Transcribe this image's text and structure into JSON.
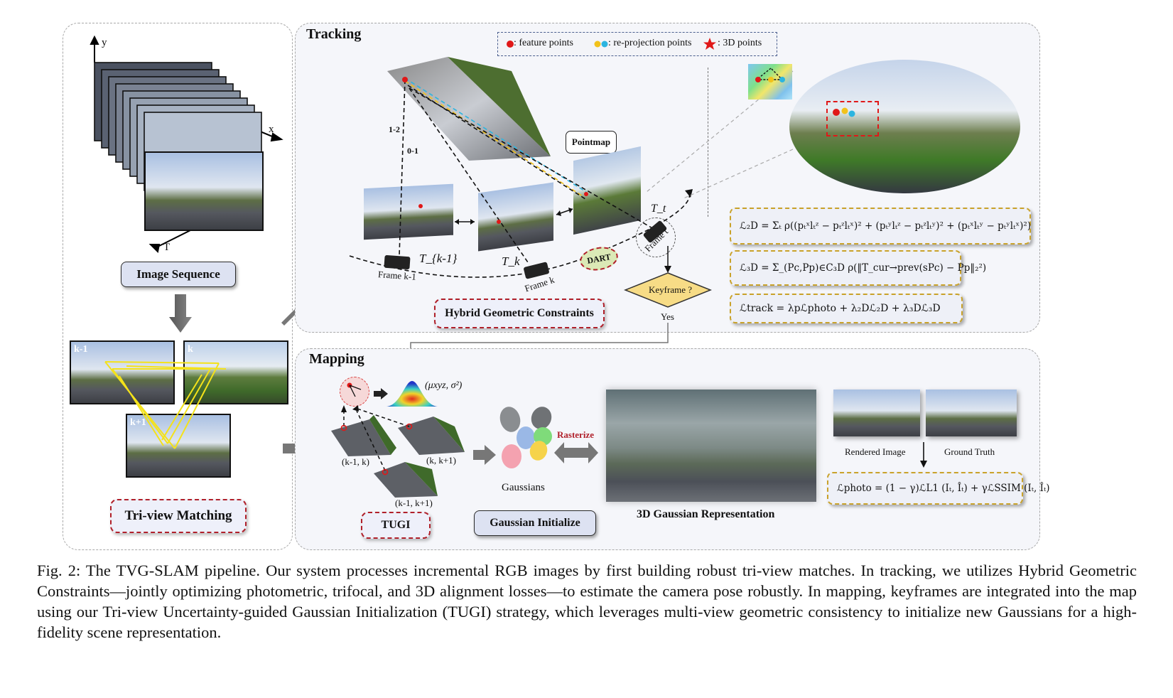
{
  "left_panel": {
    "axis_y": "y",
    "axis_x": "x",
    "axis_t": "T",
    "image_sequence_label": "Image Sequence",
    "frame_labels": [
      "k-1",
      "k",
      "k+1"
    ],
    "triview_label": "Tri-view Matching"
  },
  "tracking": {
    "title": "Tracking",
    "legend": {
      "feature": ": feature points",
      "reprojection": ": re-projection points",
      "points3d": ": 3D points"
    },
    "pointmap_label": "Pointmap",
    "depth_labels": [
      "1-2",
      "0-1"
    ],
    "pose_labels": [
      "T_{k-1}",
      "T_k",
      "T_t"
    ],
    "frame_labels": [
      "Frame k-1",
      "Frame k",
      "Frame t"
    ],
    "dart_label": "DART",
    "keyframe_label": "Keyframe ?",
    "yes_label": "Yes",
    "hybrid_label": "Hybrid Geometric Constraints",
    "equations": {
      "l2d": "ℒ₂D = Σₜ ρ((pₜˣlₜᶻ − pₜᶻlₜˣ)² + (pₜʸlₜᶻ − pₜᶻlₜʸ)² + (pₜˣlₜʸ − pₜʸlₜˣ)²)",
      "l3d": "ℒ₃D = Σ_(Pc,Pp)∈C₃D ρ(‖T_cur→prev(sPc) − Pp‖₂²)",
      "ltrack": "ℒtrack = λpℒphoto + λ₂Dℒ₂D + λ₃Dℒ₃D"
    }
  },
  "mapping": {
    "title": "Mapping",
    "gauss_param": "(μxyz, σ²)",
    "pair_labels": [
      "(k-1, k)",
      "(k, k+1)",
      "(k-1, k+1)"
    ],
    "tugi_label": "TUGI",
    "gaussians_label": "Gaussians",
    "rasterize_label": "Rasterize",
    "gaussian_init_label": "Gaussian Initialize",
    "representation_label": "3D Gaussian Representation",
    "rendered_label": "Rendered Image",
    "gt_label": "Ground Truth",
    "photo_eq": "ℒphoto = (1 − γ)ℒL1 (Iₜ, Îₜ) + γℒSSIM (Iₜ, Îₜ)"
  },
  "caption": "Fig. 2: The TVG-SLAM pipeline. Our system processes incremental RGB images by first building robust tri-view matches. In tracking, we utilizes Hybrid Geometric Constraints—jointly optimizing photometric, trifocal, and 3D alignment losses—to estimate the camera pose robustly. In mapping, keyframes are integrated into the map using our Tri-view Uncertainty-guided Gaussian Initialization (TUGI) strategy, which leverages multi-view geometric consistency to initialize new Gaussians for a high-fidelity scene representation.",
  "colors": {
    "panel_border": "#a8a8a8",
    "red_dash": "#b0202a",
    "gold_dash": "#c9a22a",
    "label_fill": "#dde2f2",
    "match_line": "#f4e21a",
    "feature_point": "#e01818",
    "reproj_yellow": "#f2c21a",
    "reproj_cyan": "#2cb5e0"
  }
}
